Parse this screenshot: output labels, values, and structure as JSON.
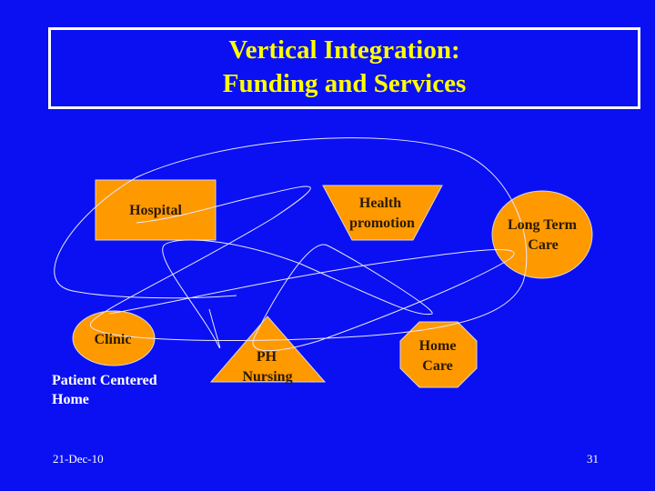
{
  "title": {
    "line1": "Vertical Integration:",
    "line2": "Funding and Services"
  },
  "nodes": {
    "hospital": "Hospital",
    "health_promotion": [
      "Health",
      "promotion"
    ],
    "long_term_care": [
      "Long Term",
      "Care"
    ],
    "clinic": "Clinic",
    "ph_nursing": [
      "PH",
      "Nursing"
    ],
    "home_care": [
      "Home",
      "Care"
    ]
  },
  "caption": {
    "line1": "Patient Centered",
    "line2": "Home"
  },
  "footer": {
    "date": "21-Dec-10",
    "page": "31"
  },
  "colors": {
    "background": "#0a10f2",
    "shape_fill": "#ff9900",
    "title": "#ffff00"
  }
}
